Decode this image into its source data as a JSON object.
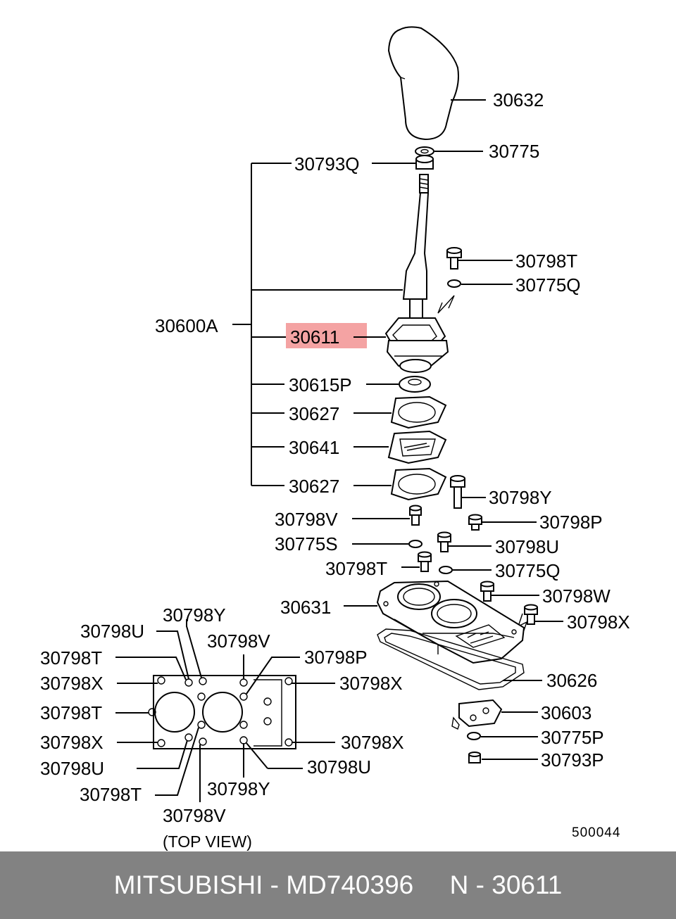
{
  "colors": {
    "highlight": "#f4a3a3",
    "footer_bg": "#828282",
    "footer_text": "#ffffff"
  },
  "labels": {
    "p30632": "30632",
    "p30775": "30775",
    "p30793Q": "30793Q",
    "p30798T_a": "30798T",
    "p30775Q_a": "30775Q",
    "p30600A": "30600A",
    "p30611": "30611",
    "p30615P": "30615P",
    "p30627_a": "30627",
    "p30641": "30641",
    "p30627_b": "30627",
    "p30798Y_r": "30798Y",
    "p30798V_r": "30798V",
    "p30798P_r": "30798P",
    "p30775S": "30775S",
    "p30798U_r": "30798U",
    "p30798T_b": "30798T",
    "p30775Q_b": "30775Q",
    "p30631": "30631",
    "p30798W": "30798W",
    "p30798X_r": "30798X",
    "p30626": "30626",
    "p30603": "30603",
    "p30775P": "30775P",
    "p30793P": "30793P"
  },
  "top_view": {
    "u_top": "30798U",
    "y_top": "30798Y",
    "v_top": "30798V",
    "p_top": "30798P",
    "t_top": "30798T",
    "x_left_top": "30798X",
    "x_right_top": "30798X",
    "t_mid": "30798T",
    "x_left_bot": "30798X",
    "x_right_bot": "30798X",
    "u_bot_left": "30798U",
    "u_bot_right": "30798U",
    "t_bot": "30798T",
    "y_bot": "30798Y",
    "v_bot": "30798V",
    "caption": "(TOP  VIEW)"
  },
  "diagram_id": "500044",
  "footer": "MITSUBISHI - MD740396     N - 30611"
}
